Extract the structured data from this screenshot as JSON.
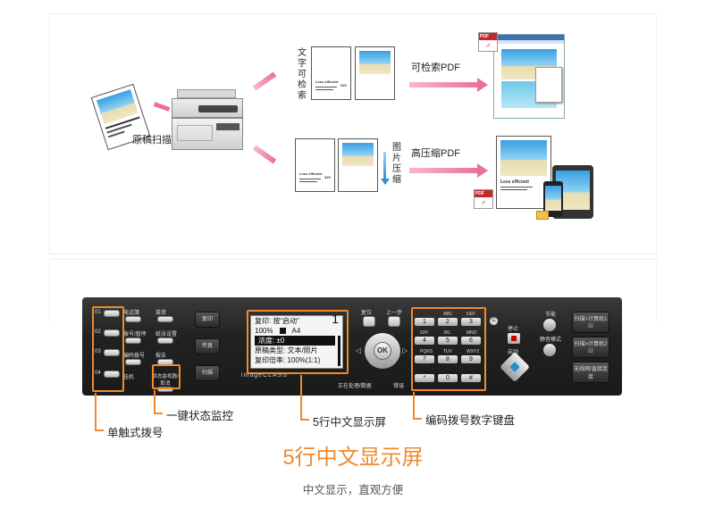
{
  "top": {
    "scan_label": "原稿扫描",
    "searchable_label": "文字可检索",
    "searchable_chars": [
      "文",
      "字",
      "可",
      "检",
      "索"
    ],
    "compress_chars": [
      "图",
      "片",
      "压",
      "缩"
    ],
    "searchable_pdf": "可检索PDF",
    "compressed_pdf": "高压缩PDF",
    "doc_text": "Less efficient",
    "doc_num": "325",
    "pdf_tag": "PDF"
  },
  "panel": {
    "brand": "imageCLASS",
    "one_touch": [
      "01",
      "02",
      "03",
      "04"
    ],
    "left_labels": [
      "电话簿",
      "拨号/暂停",
      "编码拨号",
      "挂机"
    ],
    "mid_labels": [
      "菜单",
      "纸张设置",
      "报告",
      "状态监视器/取消"
    ],
    "mode_labels": [
      "复印",
      "传真",
      "扫描"
    ],
    "screen": {
      "line1": "复印: 按“启动”",
      "copies": "1",
      "line2_zoom": "100%",
      "line2_size": "A4",
      "line3": "浓度: ±0",
      "line4": "原稿类型: 文本/照片",
      "line5": "复印倍率: 100%(1:1)"
    },
    "nav_labels": [
      "复位",
      "上一步"
    ],
    "ok_label": "OK",
    "keypad": [
      {
        "num": "1",
        "sub": ""
      },
      {
        "num": "2",
        "sub": "ABC"
      },
      {
        "num": "3",
        "sub": "DEF"
      },
      {
        "num": "4",
        "sub": "GHI"
      },
      {
        "num": "5",
        "sub": "JKL"
      },
      {
        "num": "6",
        "sub": "MNO"
      },
      {
        "num": "7",
        "sub": "PQRS"
      },
      {
        "num": "8",
        "sub": "TUV"
      },
      {
        "num": "9",
        "sub": "WXYZ"
      },
      {
        "num": "*",
        "sub": ""
      },
      {
        "num": "0",
        "sub": ""
      },
      {
        "num": "#",
        "sub": ""
      }
    ],
    "bottom_labels": [
      "正在处理/数据",
      "错误"
    ],
    "stop_label": "停止",
    "start_label": "启动",
    "eco_label": "节能",
    "quiet_label": "静音模式",
    "right_labels": [
      "扫描>计算机1",
      "扫描>计算机2",
      "无线网/直接连接"
    ]
  },
  "annotations": {
    "one_touch": "单触式拨号",
    "status_monitor": "一键状态监控",
    "display": "5行中文显示屏",
    "keypad": "编码拨号数字键盘"
  },
  "headline": "5行中文显示屏",
  "subline": "中文显示，直观方便",
  "colors": {
    "accent_orange": "#ef8a2e",
    "arrow_pink": "#e9719d",
    "headline": "#ef8a2e"
  }
}
